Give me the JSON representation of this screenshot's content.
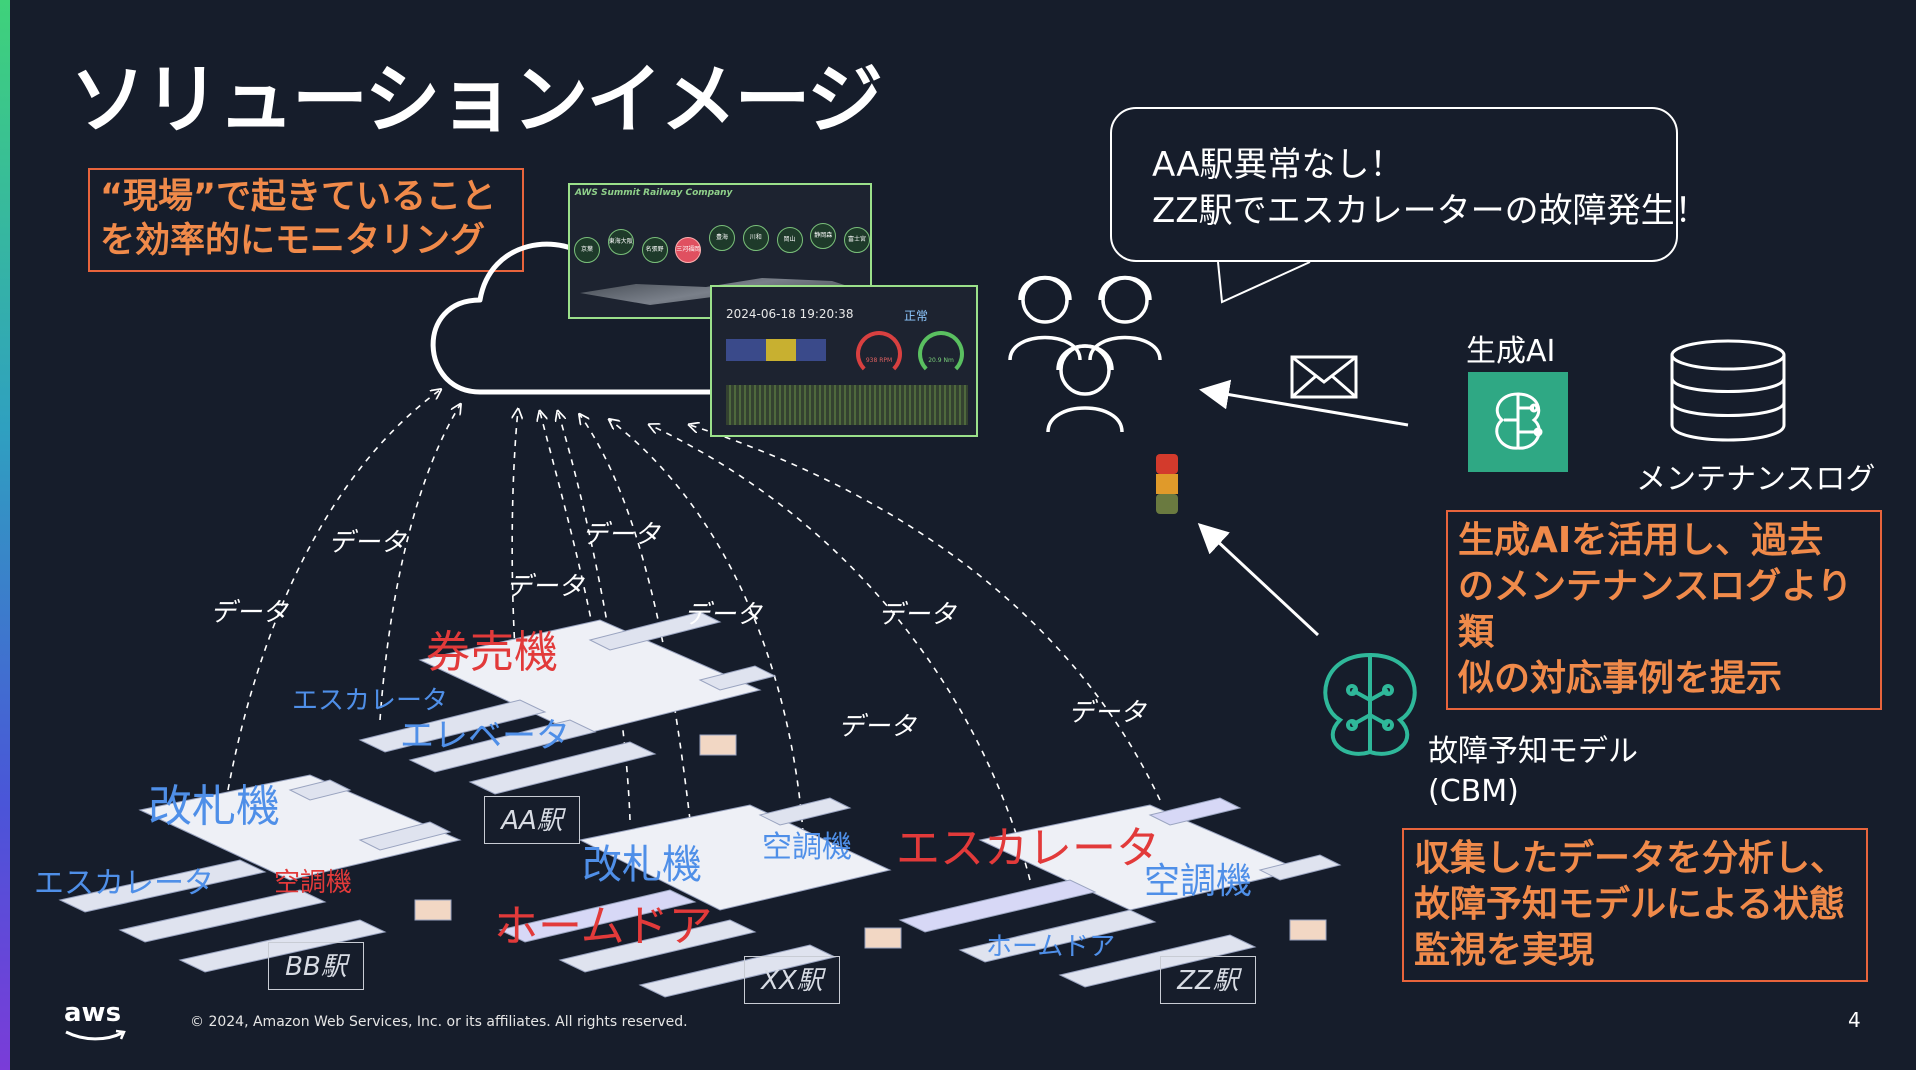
{
  "slide": {
    "title": "ソリューションイメージ",
    "page_number": "4",
    "footer": "© 2024, Amazon Web Services, Inc. or its affiliates. All rights reserved.",
    "aws_logo_text": "aws"
  },
  "callouts": {
    "monitoring_line1": "“現場”で起きていること",
    "monitoring_line2": "を効率的にモニタリング",
    "genai_line1": "生成AIを活用し、過去",
    "genai_line2": "のメンテナンスログより類",
    "genai_line3": "似の対応事例を提示",
    "analysis_line1": "収集したデータを分析し、",
    "analysis_line2": "故障予知モデルによる状態",
    "analysis_line3": "監視を実現"
  },
  "speech_bubble": {
    "line1": "AA駅異常なし！",
    "line2": "ZZ駅でエスカレーターの故障発生！"
  },
  "labels": {
    "genai": "生成AI",
    "maintenance_log": "メンテナンスログ",
    "cbm_line1": "故障予知モデル",
    "cbm_line2": "(CBM)"
  },
  "data_flow_label": "データ",
  "stations": {
    "aa": "AA駅",
    "bb": "BB駅",
    "xx": "XX駅",
    "zz": "ZZ駅"
  },
  "equipment": {
    "ticket_machine": "券売機",
    "escalator": "エスカレータ",
    "elevator": "エレベータ",
    "ticket_gate": "改札機",
    "air_conditioner": "空調機",
    "platform_door": "ホームドア"
  },
  "dashboard": {
    "map_title": "AWS Summit Railway Company",
    "datetime": "2024-06-18 19:20:38",
    "status": "正常",
    "gauge1": "938 RPM",
    "gauge2": "20.9 Nm",
    "map_nodes": [
      "京葉",
      "東海大阪",
      "名張野",
      "三河福岡",
      "豊海",
      "川和",
      "岡山",
      "静岡森",
      "富士宮"
    ]
  },
  "colors": {
    "background": "#161d2b",
    "orange": "#e8643c",
    "alert_red": "#e23a3a",
    "equipment_blue": "#4f8fe8",
    "ai_teal": "#2fa884"
  }
}
